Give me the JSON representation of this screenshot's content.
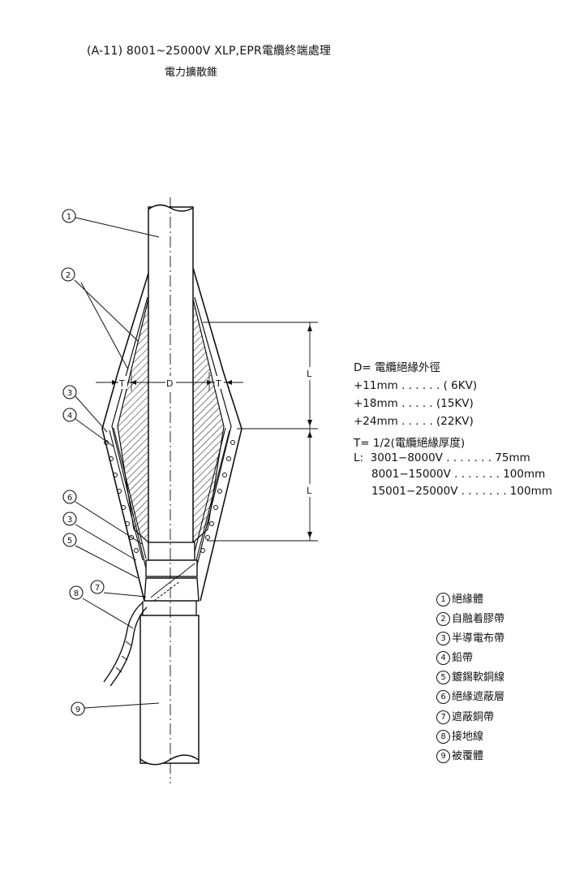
{
  "header": {
    "title": "(A-11) 8001~25000V  XLP,EPR電纜終端處理",
    "subtitle": "電力擴散錐"
  },
  "diagram": {
    "callout_numbers": [
      "1",
      "2",
      "3",
      "4",
      "6",
      "3",
      "5",
      "7",
      "8",
      "9"
    ],
    "dim_labels": {
      "t_left": "T",
      "d": "D",
      "t_right": "T",
      "l_upper": "L",
      "l_lower": "L"
    }
  },
  "specs": {
    "d_def": "D= 電纜絕緣外徑",
    "d1": "+11mm . . . . . . ( 6KV)",
    "d2": "+18mm . . . . . (15KV)",
    "d3": "+24mm . . . . . (22KV)",
    "t_def": "T= 1/2(電纜絕緣厚度)",
    "l1": "L:  3001−8000V . . . . . . . 75mm",
    "l2": "8001−15000V . . . . . . . 100mm",
    "l3": "15001−25000V . . . . . . . 100mm"
  },
  "legend": [
    {
      "num": "1",
      "label": "絕緣體"
    },
    {
      "num": "2",
      "label": "自融着膠帶"
    },
    {
      "num": "3",
      "label": "半導電布帶"
    },
    {
      "num": "4",
      "label": "鉛帶"
    },
    {
      "num": "5",
      "label": "鍍錫軟銅線"
    },
    {
      "num": "6",
      "label": "絕緣遮蔽層"
    },
    {
      "num": "7",
      "label": "遮蔽銅帶"
    },
    {
      "num": "8",
      "label": "接地線"
    },
    {
      "num": "9",
      "label": "被覆體"
    }
  ]
}
